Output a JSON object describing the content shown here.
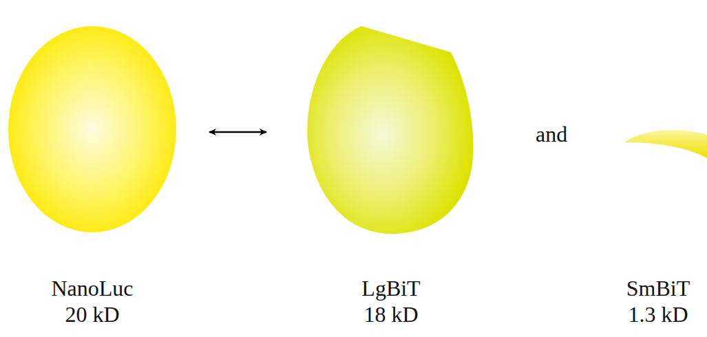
{
  "diagram": {
    "nodes": [
      {
        "text": [
          "NanoLuc",
          "20 kD"
        ]
      },
      {
        "text": [
          "LgBiT",
          "18 kD"
        ]
      },
      {
        "text": [
          "SmBiT",
          "1.3 kD"
        ]
      }
    ],
    "edges": [
      {
        "from": 0,
        "to": 1,
        "arrow": "both"
      }
    ],
    "labels": [
      "and"
    ]
  }
}
